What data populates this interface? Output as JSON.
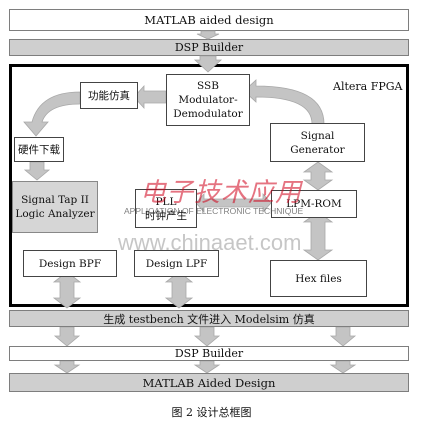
{
  "top": {
    "matlab_aided_design": "MATLAB aided design",
    "dsp_builder": "DSP Builder"
  },
  "fpga": {
    "title": "Altera FPGA",
    "ssb": [
      "SSB",
      "Modulator-",
      "Demodulator"
    ],
    "functional_sim": "功能仿真",
    "hardware_download": "硬件下载",
    "signal_tap": [
      "Signal Tap II",
      "Logic Analyzer"
    ],
    "pll": [
      "PLL",
      "时钟产生"
    ],
    "signal_generator": [
      "Signal",
      "Generator"
    ],
    "lpm_rom": "LPM-ROM",
    "design_bpf": "Design BPF",
    "design_lpf": "Design LPF",
    "hex_files": "Hex files"
  },
  "bottom": {
    "testbench": "生成 testbench 文件进入 Modelsim 仿真",
    "dsp_builder": "DSP Builder",
    "matlab_aided_design": "MATLAB Aided Design"
  },
  "caption": "图 2  设计总框图",
  "watermark": {
    "logo_cn": "电子技术应用",
    "logo_en": "APPLICATION OF ELECTRONIC TECHNIQUE",
    "url": "www.chinaaet.com"
  },
  "colors": {
    "gray_bar": "#cfcfcf",
    "arrow": "#c4c4c4",
    "watermark_logo": "#d0021b"
  }
}
